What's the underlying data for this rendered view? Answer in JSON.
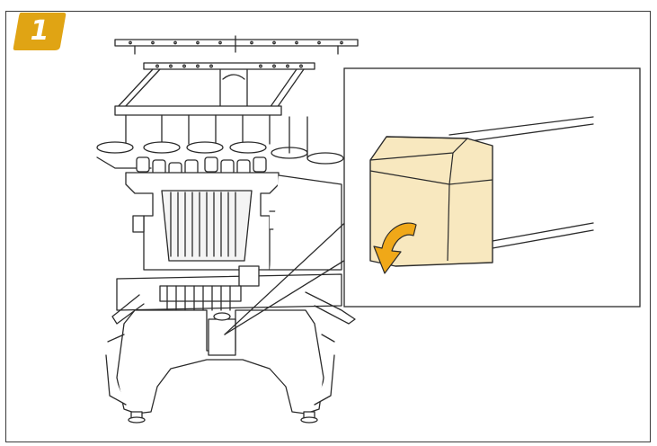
{
  "step": {
    "number": "1",
    "badge_color": "#e0a414"
  },
  "colors": {
    "line": "#2b2b2b",
    "cover_fill": "#f8e8bf",
    "arrow_fill": "#f0a818",
    "frame": "#3a3a3a"
  },
  "icons": {
    "step_badge": "rounded-badge-shape",
    "arrow": "curved-arrow-down"
  }
}
